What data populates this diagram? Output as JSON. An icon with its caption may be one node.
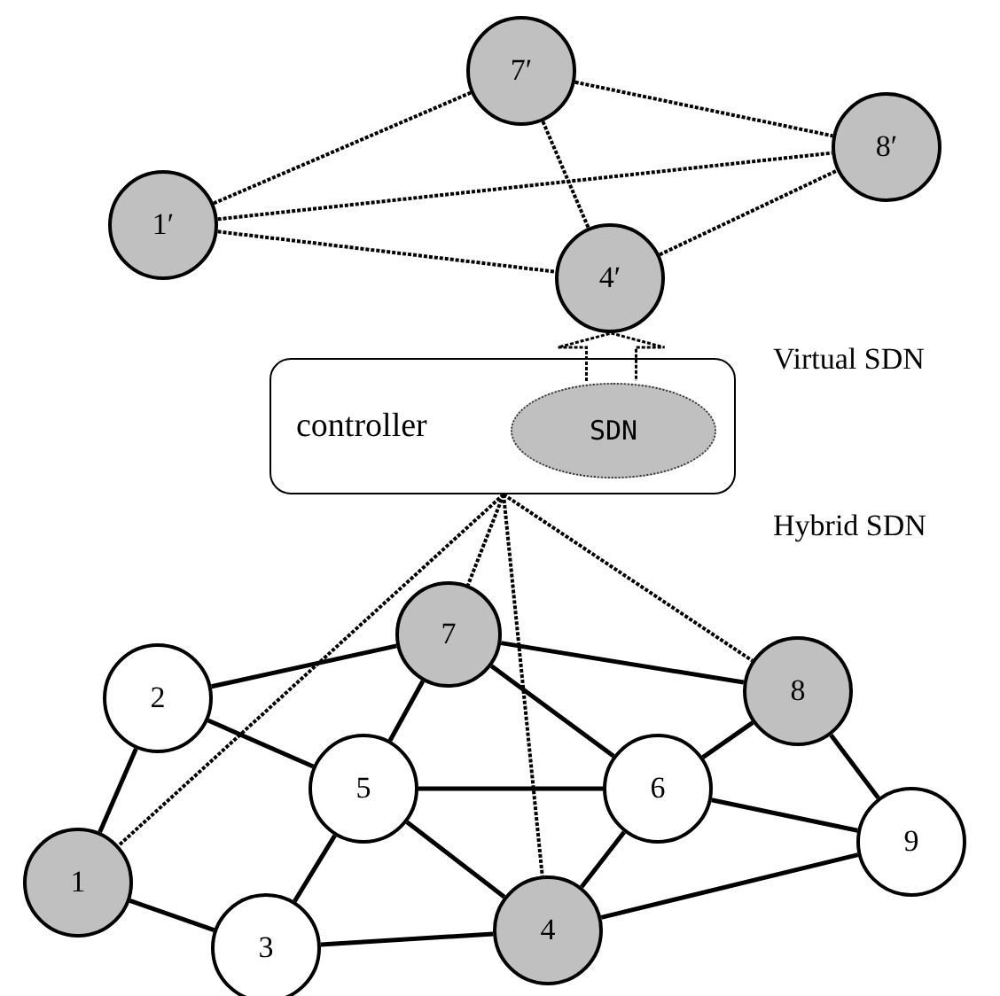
{
  "diagram": {
    "nodes": [
      {
        "text": [
          "7′"
        ]
      },
      {
        "text": [
          "8′"
        ]
      },
      {
        "text": [
          "1′"
        ]
      },
      {
        "text": [
          "4′"
        ]
      },
      {
        "text": [
          "controller"
        ]
      },
      {
        "text": [
          "SDN"
        ],
        "in": 4
      },
      {
        "text": [
          "7"
        ]
      },
      {
        "text": [
          "8"
        ]
      },
      {
        "text": [
          "2"
        ]
      },
      {
        "text": [
          "5"
        ]
      },
      {
        "text": [
          "6"
        ]
      },
      {
        "text": [
          "9"
        ]
      },
      {
        "text": [
          "1"
        ]
      },
      {
        "text": [
          "4"
        ]
      },
      {
        "text": [
          "3"
        ]
      }
    ],
    "edges": [
      {
        "from": 2,
        "to": 0,
        "arrow": "none",
        "style": "dashed"
      },
      {
        "from": 0,
        "to": 1,
        "arrow": "none",
        "style": "dashed"
      },
      {
        "from": 2,
        "to": 1,
        "arrow": "none",
        "style": "dashed"
      },
      {
        "from": 0,
        "to": 3,
        "arrow": "none",
        "style": "dashed"
      },
      {
        "from": 2,
        "to": 3,
        "arrow": "none",
        "style": "dashed"
      },
      {
        "from": 3,
        "to": 1,
        "arrow": "none",
        "style": "dashed"
      },
      {
        "from": 5,
        "to": 3,
        "arrow": "to",
        "style": "thick"
      },
      {
        "from": 4,
        "to": 12,
        "arrow": "none",
        "style": "dashed"
      },
      {
        "from": 4,
        "to": 6,
        "arrow": "none",
        "style": "dashed"
      },
      {
        "from": 4,
        "to": 13,
        "arrow": "none",
        "style": "dashed"
      },
      {
        "from": 4,
        "to": 7,
        "arrow": "none",
        "style": "dashed"
      },
      {
        "from": 12,
        "to": 8,
        "arrow": "none"
      },
      {
        "from": 12,
        "to": 14,
        "arrow": "none"
      },
      {
        "from": 8,
        "to": 6,
        "arrow": "none"
      },
      {
        "from": 8,
        "to": 9,
        "arrow": "none"
      },
      {
        "from": 6,
        "to": 9,
        "arrow": "none"
      },
      {
        "from": 6,
        "to": 7,
        "arrow": "none"
      },
      {
        "from": 6,
        "to": 10,
        "arrow": "none"
      },
      {
        "from": 9,
        "to": 10,
        "arrow": "none"
      },
      {
        "from": 9,
        "to": 13,
        "arrow": "none"
      },
      {
        "from": 9,
        "to": 14,
        "arrow": "none"
      },
      {
        "from": 14,
        "to": 13,
        "arrow": "none"
      },
      {
        "from": 13,
        "to": 10,
        "arrow": "none"
      },
      {
        "from": 10,
        "to": 7,
        "arrow": "none"
      },
      {
        "from": 10,
        "to": 11,
        "arrow": "none"
      },
      {
        "from": 7,
        "to": 11,
        "arrow": "none"
      },
      {
        "from": 13,
        "to": 11,
        "arrow": "none"
      }
    ],
    "labels": [
      "Virtual SDN",
      "Hybrid SDN"
    ]
  }
}
